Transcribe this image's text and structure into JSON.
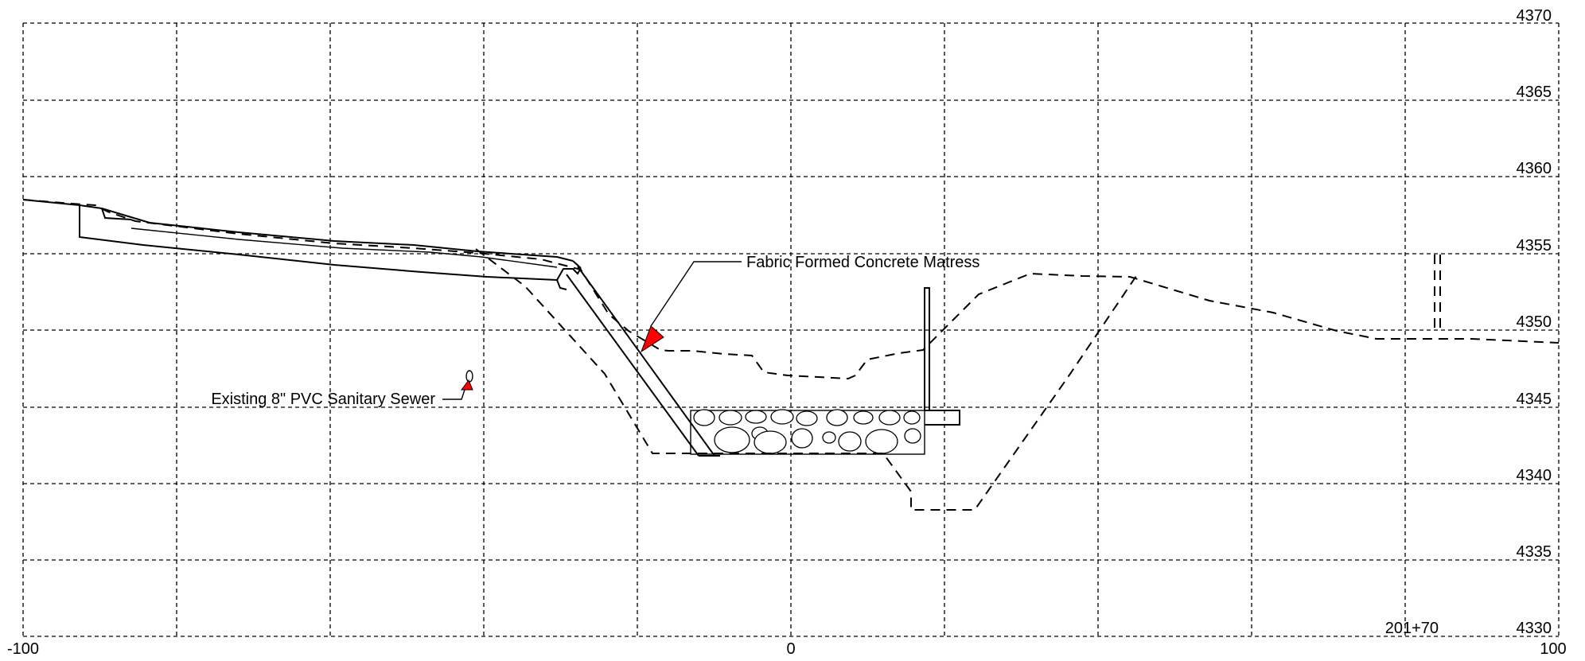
{
  "sheet": {
    "station": "201+70",
    "offset_labels": [
      "-100",
      "0",
      "100"
    ],
    "elevation_labels": [
      "4370",
      "4365",
      "4360",
      "4355",
      "4350",
      "4345",
      "4340",
      "4335",
      "4330"
    ]
  },
  "callouts": {
    "mattress": "Fabric Formed Concrete Matress",
    "sewer": "Existing 8\" PVC Sanitary Sewer"
  },
  "colors": {
    "line": "#000000",
    "arrow": "#ff0000",
    "background": "#ffffff"
  }
}
